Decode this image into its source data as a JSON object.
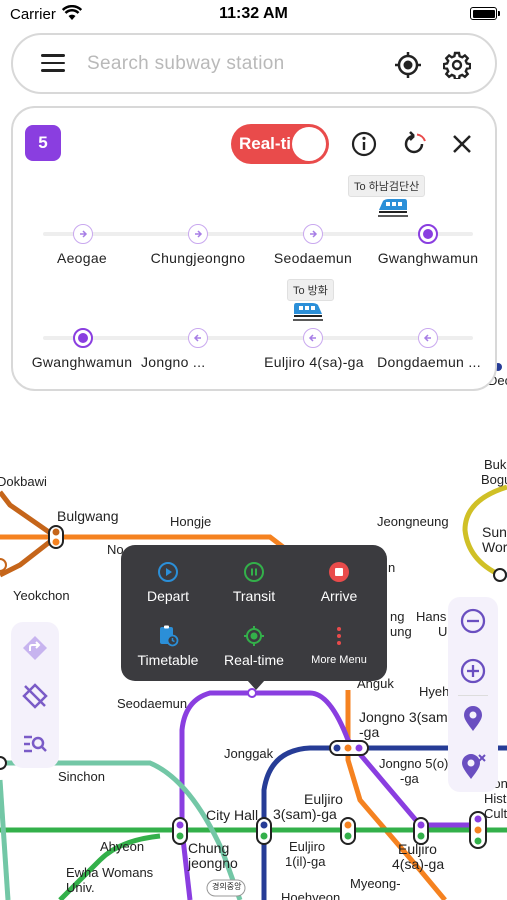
{
  "status_bar": {
    "carrier": "Carrier",
    "time": "11:32 AM"
  },
  "search": {
    "placeholder": "Search subway station"
  },
  "panel": {
    "line_badge": "5",
    "realtime_toggle_label": "Real-ti",
    "upper_direction": "To 하남검단산",
    "lower_direction": "To 방화",
    "upper_stations": [
      "Aeogae",
      "Chungjeongno",
      "Seodaemun",
      "Gwanghwamun"
    ],
    "lower_stations": [
      "Gwanghwamun",
      "Jongno ...",
      "Euljiro 4(sa)-ga",
      "Dongdaemun ..."
    ]
  },
  "context_menu": {
    "items": [
      {
        "label": "Depart",
        "icon": "play-circle-icon"
      },
      {
        "label": "Transit",
        "icon": "pause-circle-icon"
      },
      {
        "label": "Arrive",
        "icon": "stop-circle-icon"
      },
      {
        "label": "Timetable",
        "icon": "timetable-icon"
      },
      {
        "label": "Real-time",
        "icon": "gps-target-icon"
      },
      {
        "label": "More Menu",
        "icon": "more-vertical-icon"
      }
    ]
  },
  "map": {
    "stations": {
      "dokbawi": "Dokbawi",
      "bulgwang": "Bulgwang",
      "hongje": "Hongje",
      "no": "No",
      "yeokchon": "Yeokchon",
      "jeongneung": "Jeongneung",
      "buk_bogu_1": "Buk",
      "buk_bogu_2": "Bogu",
      "sun_wor_1": "Sun",
      "sun_wor_2": "Wor",
      "hansu": "Hans",
      "hansu_u": "U",
      "ng": "ng",
      "ung": "ung",
      "n": "n",
      "seodaemun": "Seodaemun",
      "anguk": "Anguk",
      "hyeh": "Hyeh",
      "jongno3_1": "Jongno 3(sam",
      "jongno3_2": "-ga",
      "jonggak": "Jonggak",
      "jongno5_1": "Jongno 5(o)",
      "jongno5_2": "-ga",
      "sinchon": "Sinchon",
      "dongdaemun_his_1": "Don",
      "dongdaemun_his_2": "Hist",
      "dongdaemun_his_3": "Cultu",
      "euljiro3_1": "Euljiro",
      "euljiro3_2": "3(sam)-ga",
      "euljiro1_1": "Euljiro",
      "euljiro1_2": "1(il)-ga",
      "euljiro4_1": "Euljiro",
      "euljiro4_2": "4(sa)-ga",
      "city_hall": "City Hall",
      "ahyeon": "Ahyeon",
      "chungjeongno_1": "Chung",
      "chungjeongno_2": "jeongno",
      "ewha_1": "Ewha Womans",
      "ewha_2": "Univ.",
      "myeong_1": "Myeong-",
      "hoehyeon": "Hoehyeon",
      "gyeongui_badge": "경의중앙",
      "deo": "Deo"
    }
  },
  "colors": {
    "line5": "#8a3ee0",
    "line2": "#33b04a",
    "line1": "#263c96",
    "line3": "#f58220",
    "line6": "#c5651a",
    "line4": "#2b9fd8",
    "ui_line": "#d0c026",
    "gyeongui": "#73c7a6",
    "toggle": "#e94b4b",
    "context_bg": "#3b3b3f"
  }
}
